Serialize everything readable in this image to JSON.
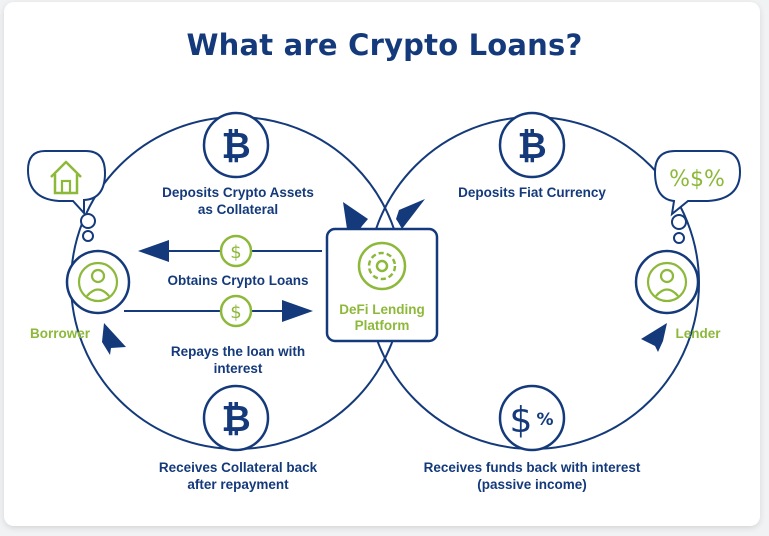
{
  "title": "What are Crypto Loans?",
  "platform": {
    "line1": "DeFi Lending",
    "line2": "Platform",
    "icon": "gear-icon"
  },
  "borrower": {
    "label": "Borrower",
    "icon": "user-icon",
    "thought_icon": "house-icon"
  },
  "lender": {
    "label": "Lender",
    "icon": "user-icon",
    "thought_icon": "percent-dollar-icon",
    "thought_text": "%$%"
  },
  "steps": {
    "deposit_crypto": [
      "Deposits Crypto Assets",
      "as Collateral"
    ],
    "obtain_loans": "Obtains Crypto Loans",
    "repay_loan": [
      "Repays the loan with",
      "interest"
    ],
    "receive_collateral": [
      "Receives Collateral back",
      "after repayment"
    ],
    "deposit_fiat": "Deposits Fiat Currency",
    "receive_funds": [
      "Receives funds back with interest",
      "(passive income)"
    ]
  },
  "glyphs": {
    "bitcoin": "₿",
    "dollar": "$",
    "dollar_percent_d": "$",
    "dollar_percent_p": "%"
  },
  "colors": {
    "navy": "#143a7b",
    "green": "#8db93a",
    "card": "#ffffff"
  }
}
